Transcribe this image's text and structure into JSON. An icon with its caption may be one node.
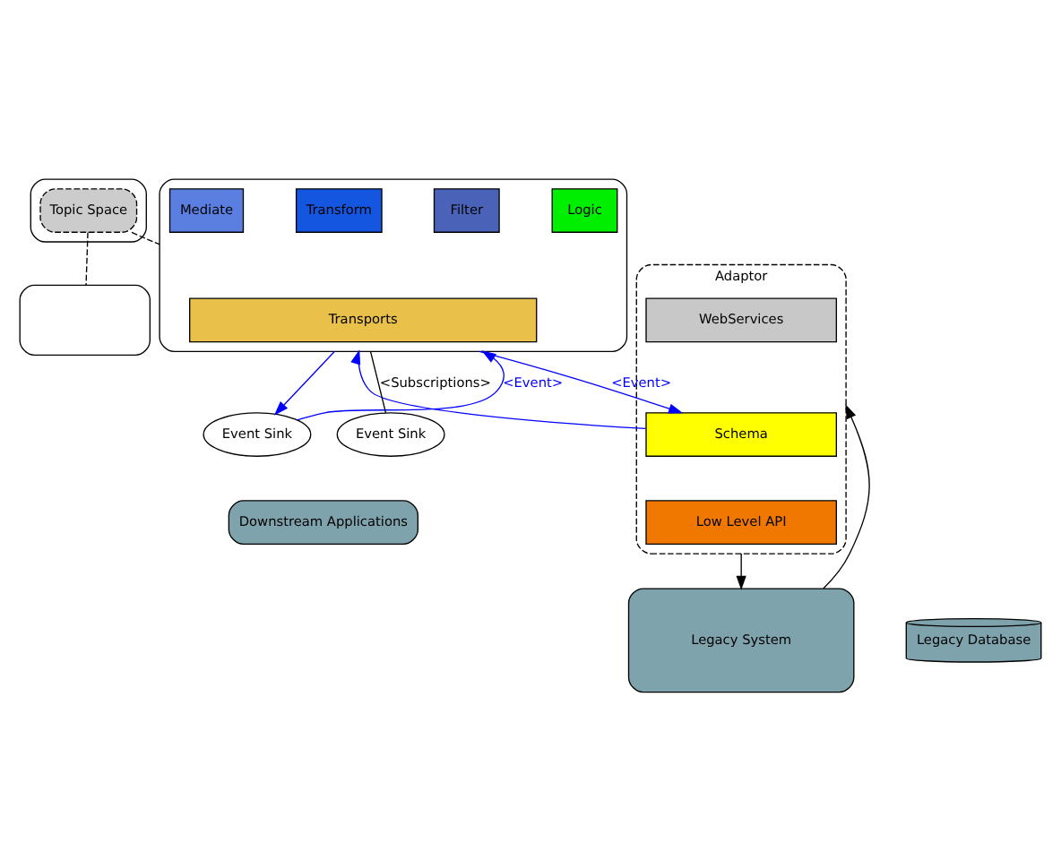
{
  "diagram": {
    "nodes": [
      {
        "text": [],
        "shape": "box"
      },
      {
        "text": [
          "Topic Space"
        ],
        "in": 0
      },
      {
        "text": [],
        "shape": "box"
      },
      {
        "text": [
          "Mediate"
        ],
        "in": 2
      },
      {
        "text": [
          "Transform"
        ],
        "in": 2
      },
      {
        "text": [
          "Filter"
        ],
        "in": 2
      },
      {
        "text": [
          "Logic"
        ],
        "in": 2
      },
      {
        "text": [
          "Transports"
        ],
        "in": 2
      },
      {
        "text": [],
        "shape": "box"
      },
      {
        "text": [
          "Adaptor"
        ]
      },
      {
        "text": [
          "WebServices"
        ],
        "in": 9
      },
      {
        "text": [
          "Schema"
        ],
        "in": 9
      },
      {
        "text": [
          "Low Level API"
        ],
        "in": 9
      },
      {
        "text": [
          "Legacy System"
        ]
      },
      {
        "text": [
          "Legacy Database"
        ]
      },
      {
        "text": [
          "Event Sink"
        ]
      },
      {
        "text": [
          "Event Sink"
        ]
      },
      {
        "text": [
          "Downstream Applications"
        ]
      }
    ],
    "edges": [
      {
        "from": 1,
        "to": 2,
        "arrow": "none",
        "style": "dashed"
      },
      {
        "from": 1,
        "to": 8,
        "arrow": "none",
        "style": "dashed"
      },
      {
        "from": 11,
        "to": 2,
        "arrow": "to",
        "color": "#0000ff"
      },
      {
        "from": 2,
        "to": 11,
        "arrow": "to",
        "color": "#0000ff",
        "label": "<Event>"
      },
      {
        "from": 2,
        "to": 15,
        "arrow": "to",
        "color": "#0000ff"
      },
      {
        "from": 15,
        "to": 2,
        "arrow": "to",
        "color": "#0000ff",
        "label": "<Event>"
      },
      {
        "from": 2,
        "to": 16,
        "arrow": "none",
        "label": "<Subscriptions>"
      },
      {
        "from": 13,
        "to": 9,
        "arrow": "to"
      },
      {
        "from": 9,
        "to": 13,
        "arrow": "to"
      }
    ]
  }
}
